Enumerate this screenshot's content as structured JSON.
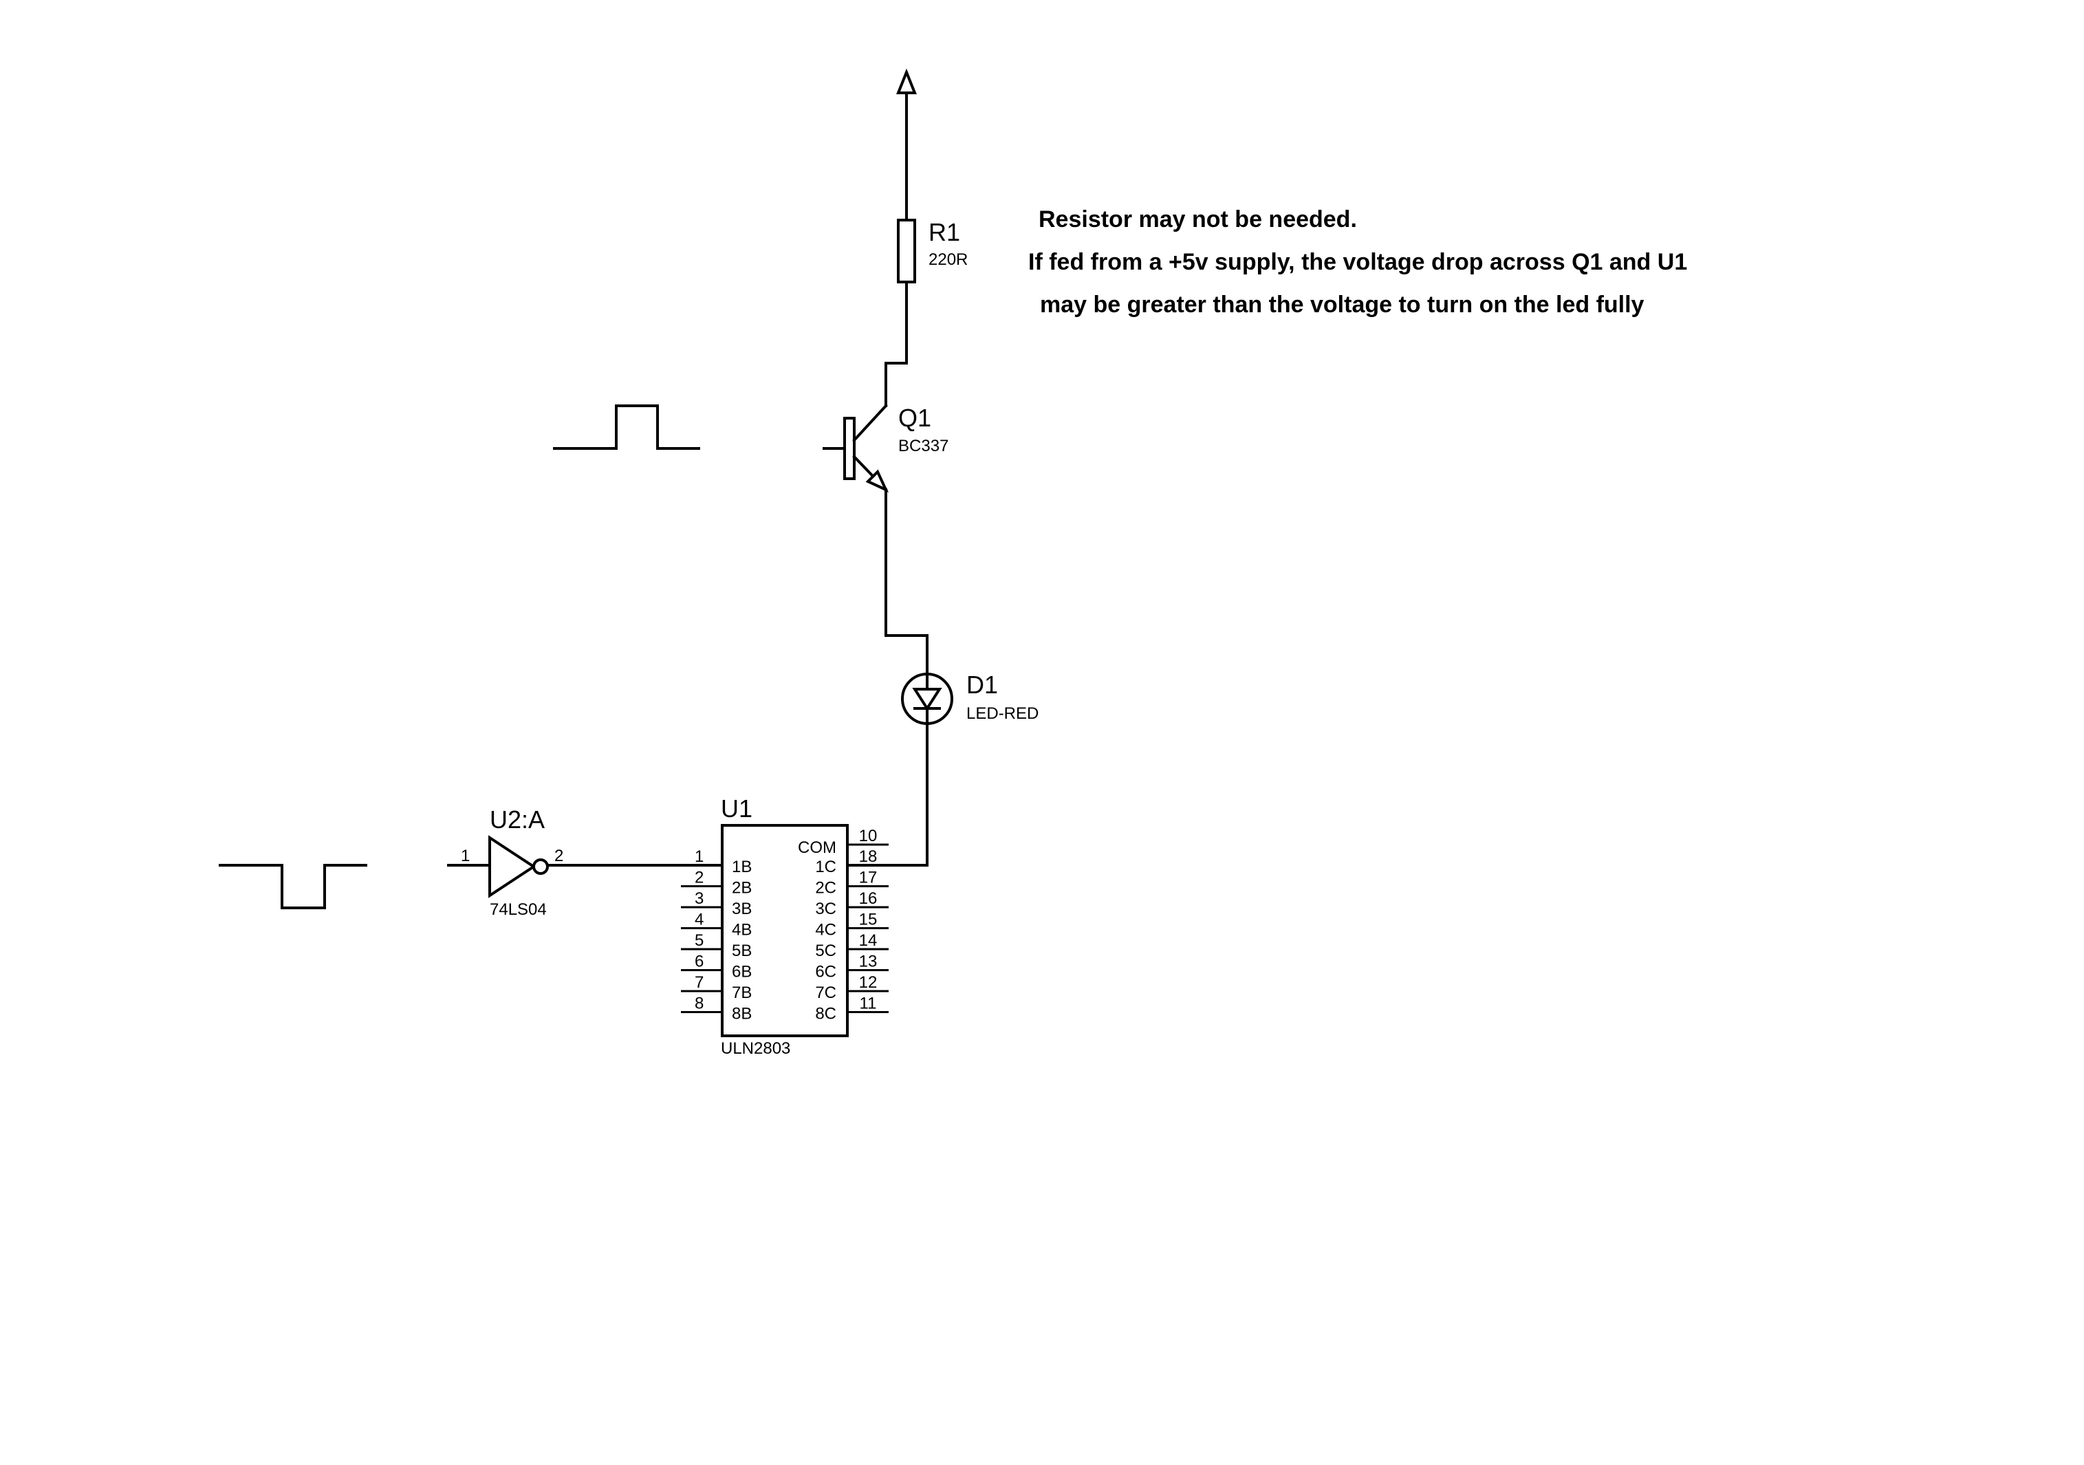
{
  "notes": {
    "line1": "Resistor may not be needed.",
    "line2": "If fed from a +5v supply, the voltage drop across  Q1 and U1",
    "line3": "may be greater than the voltage to turn on the led fully"
  },
  "r1": {
    "ref": "R1",
    "value": "220R"
  },
  "q1": {
    "ref": "Q1",
    "value": "BC337"
  },
  "d1": {
    "ref": "D1",
    "value": "LED-RED"
  },
  "u2": {
    "ref": "U2:A",
    "value": "74LS04",
    "pin_in": "1",
    "pin_out": "2"
  },
  "u1": {
    "ref": "U1",
    "value": "ULN2803",
    "com_label": "COM",
    "com_pin": "10",
    "inputs": [
      {
        "label": "1B",
        "pin": "1"
      },
      {
        "label": "2B",
        "pin": "2"
      },
      {
        "label": "3B",
        "pin": "3"
      },
      {
        "label": "4B",
        "pin": "4"
      },
      {
        "label": "5B",
        "pin": "5"
      },
      {
        "label": "6B",
        "pin": "6"
      },
      {
        "label": "7B",
        "pin": "7"
      },
      {
        "label": "8B",
        "pin": "8"
      }
    ],
    "outputs": [
      {
        "label": "1C",
        "pin": "18"
      },
      {
        "label": "2C",
        "pin": "17"
      },
      {
        "label": "3C",
        "pin": "16"
      },
      {
        "label": "4C",
        "pin": "15"
      },
      {
        "label": "5C",
        "pin": "14"
      },
      {
        "label": "6C",
        "pin": "13"
      },
      {
        "label": "7C",
        "pin": "12"
      },
      {
        "label": "8C",
        "pin": "11"
      }
    ]
  }
}
